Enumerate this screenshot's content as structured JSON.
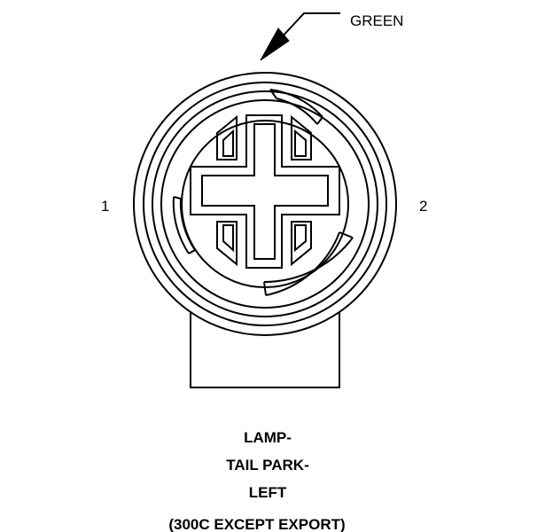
{
  "wire_color_label": "GREEN",
  "pins": {
    "left": "1",
    "right": "2"
  },
  "title_lines": [
    "LAMP-",
    "TAIL PARK-",
    "LEFT"
  ],
  "note": "(300C EXCEPT EXPORT)"
}
